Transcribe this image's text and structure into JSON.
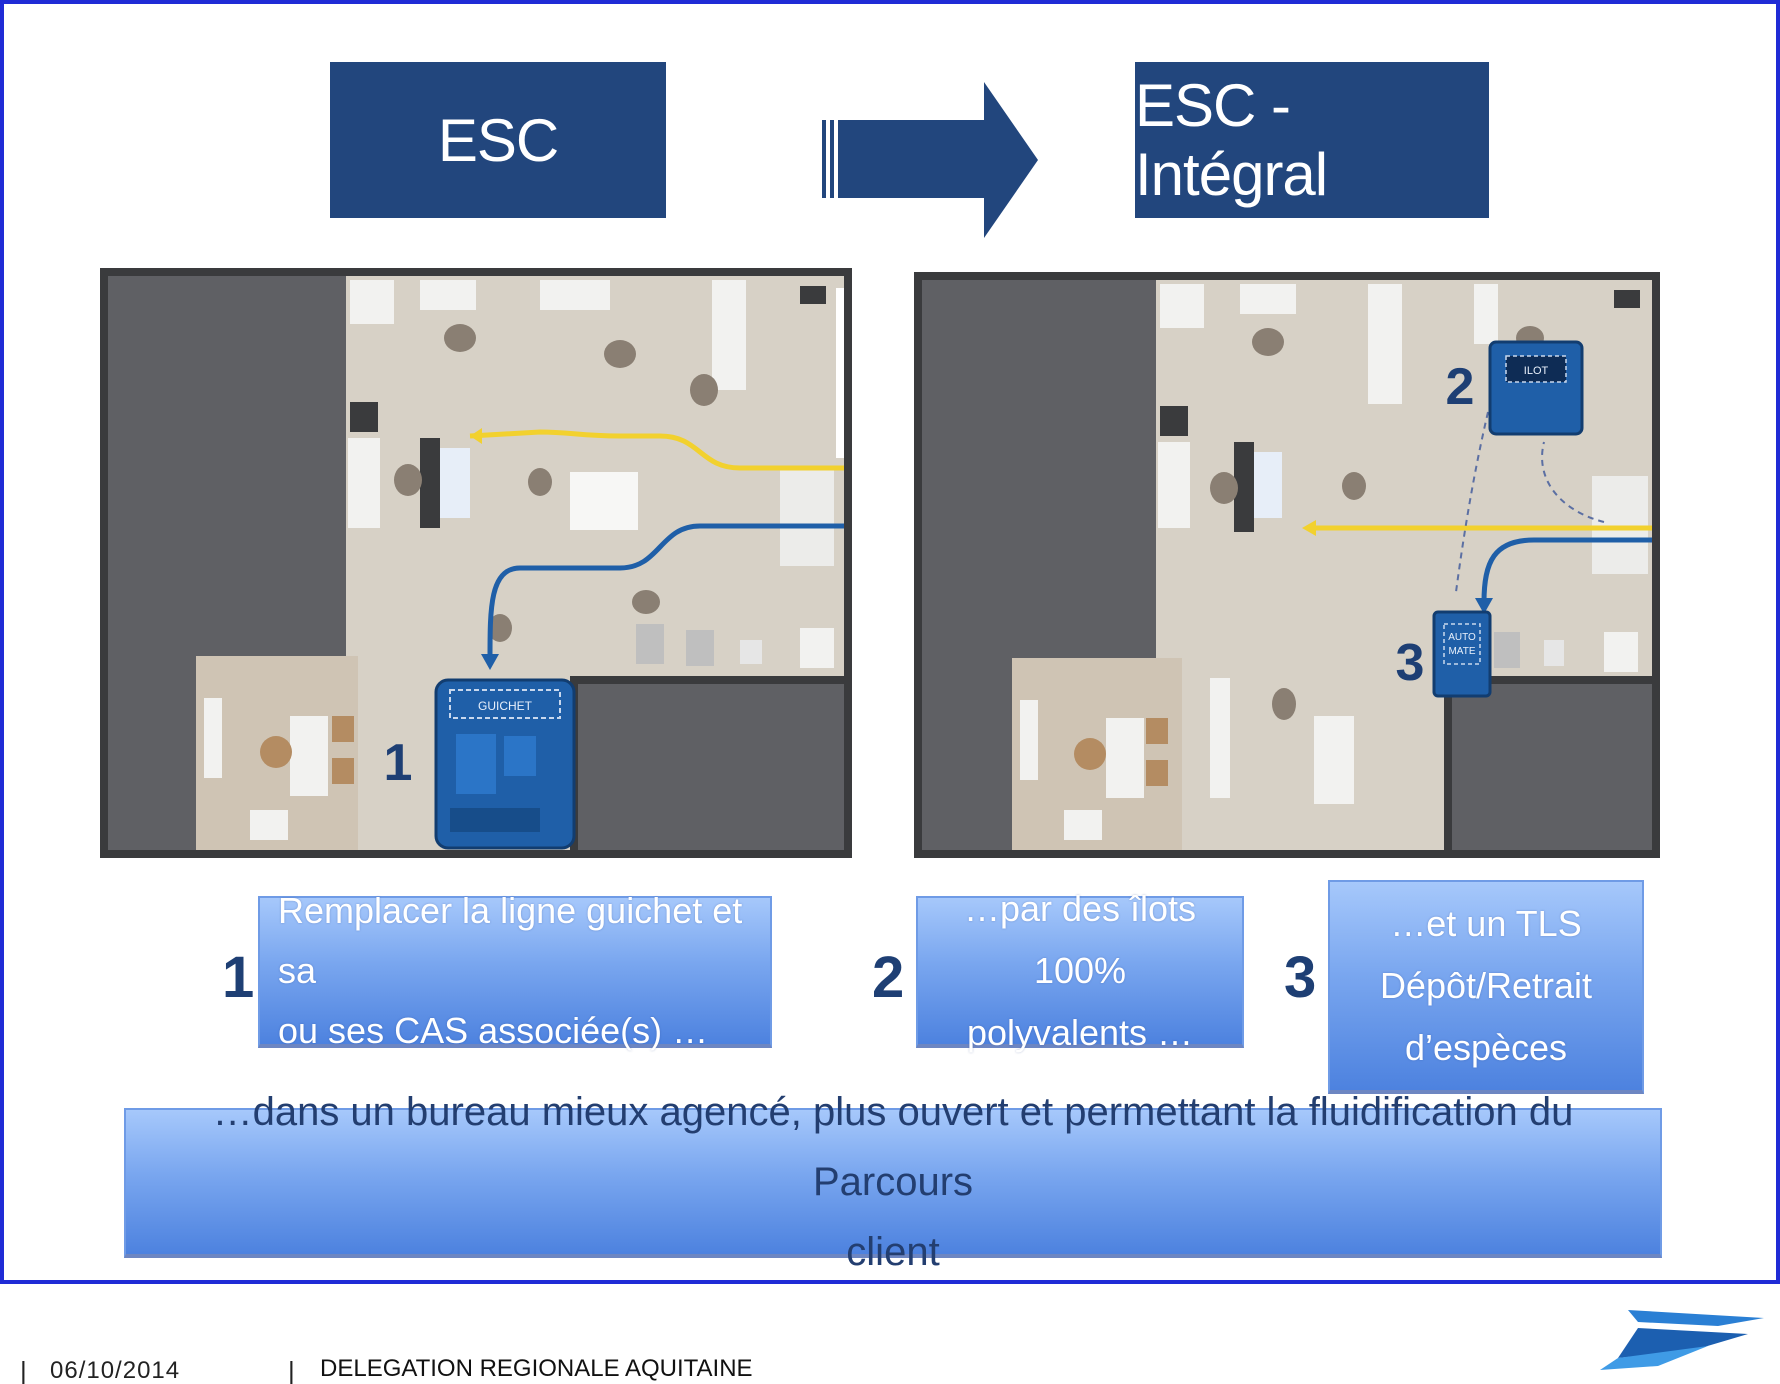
{
  "titles": {
    "left": "ESC",
    "right": "ESC - Intégral"
  },
  "plan_left": {
    "marker_number": "1",
    "desk_label": "GUICHET"
  },
  "plan_right": {
    "marker_2": "2",
    "marker_3": "3",
    "kiosk_label_1": "AUTO",
    "kiosk_label_2": "MATE",
    "ilot_label": "ILOT"
  },
  "steps": [
    {
      "number": "1",
      "line1": "Remplacer la ligne guichet et sa",
      "line2": "ou ses CAS associée(s) …"
    },
    {
      "number": "2",
      "line1": "…par des îlots 100%",
      "line2": "polyvalents …"
    },
    {
      "number": "3",
      "line1": "…et un TLS",
      "line2": "Dépôt/Retrait",
      "line3": "d’espèces"
    }
  ],
  "bottom_caption": {
    "line1": "…dans un bureau mieux agencé, plus ouvert et  permettant la fluidification du Parcours",
    "line2": "client"
  },
  "footer": {
    "separator": "|",
    "date": "06/10/2014",
    "organization": "DELEGATION REGIONALE AQUITAINE"
  },
  "colors": {
    "title_bg": "#22467d",
    "frame": "#1f2bd6",
    "path_yellow": "#f2d12e",
    "path_blue": "#1f5fa8",
    "floor": "#d7d1c6",
    "wall": "#5f6064",
    "entry_marker": "#d9262b"
  }
}
